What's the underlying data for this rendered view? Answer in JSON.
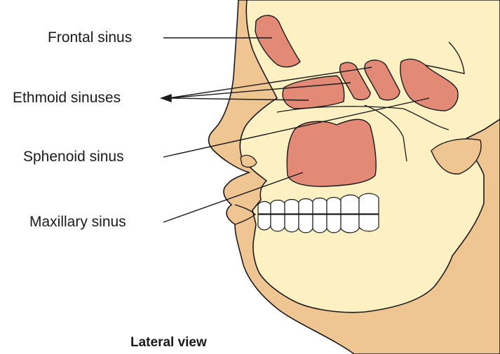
{
  "labels": {
    "frontal": "Frontal sinus",
    "ethmoid": "Ethmoid sinuses",
    "sphenoid": "Sphenoid sinus",
    "maxillary": "Maxillary sinus"
  },
  "caption": "Lateral view",
  "colors": {
    "skin": "#efc592",
    "bone": "#fdf1c4",
    "sinus": "#e28a76",
    "tooth": "#ffffff",
    "outline": "#1a1a1a"
  }
}
